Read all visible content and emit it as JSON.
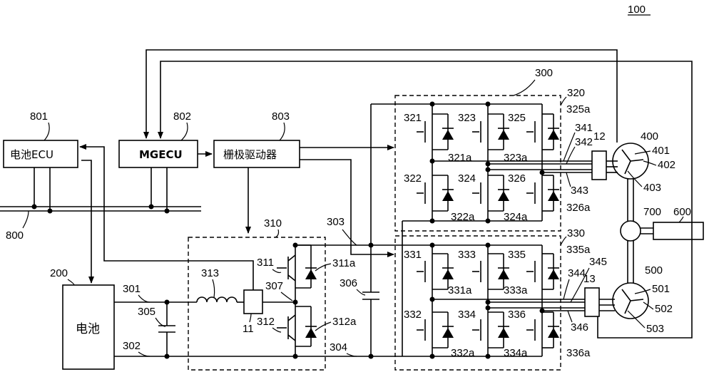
{
  "figure_ref": "100",
  "blocks": {
    "battery_ecu": "电池ECU",
    "mgecu": "MGECU",
    "gate_driver": "栅极驱动器",
    "battery": "电池"
  },
  "numbers": {
    "n801": "801",
    "n802": "802",
    "n803": "803",
    "n800": "800",
    "n200": "200",
    "n300": "300",
    "n310": "310",
    "n320": "320",
    "n330": "330",
    "n301": "301",
    "n302": "302",
    "n303": "303",
    "n304": "304",
    "n305": "305",
    "n306": "306",
    "n307": "307",
    "n311": "311",
    "n311a": "311a",
    "n312": "312",
    "n312a": "312a",
    "n313": "313",
    "n11": "11",
    "n321": "321",
    "n321a": "321a",
    "n322": "322",
    "n322a": "322a",
    "n323": "323",
    "n323a": "323a",
    "n324": "324",
    "n324a": "324a",
    "n325": "325",
    "n325a": "325a",
    "n326": "326",
    "n326a": "326a",
    "n331": "331",
    "n331a": "331a",
    "n332": "332",
    "n332a": "332a",
    "n333": "333",
    "n333a": "333a",
    "n334": "334",
    "n334a": "334a",
    "n335": "335",
    "n335a": "335a",
    "n336": "336",
    "n336a": "336a",
    "n341": "341",
    "n342": "342",
    "n343": "343",
    "n344": "344",
    "n345": "345",
    "n346": "346",
    "n12": "12",
    "n13": "13",
    "n400": "400",
    "n401": "401",
    "n402": "402",
    "n403": "403",
    "n500": "500",
    "n501": "501",
    "n502": "502",
    "n503": "503",
    "n600": "600",
    "n700": "700"
  }
}
